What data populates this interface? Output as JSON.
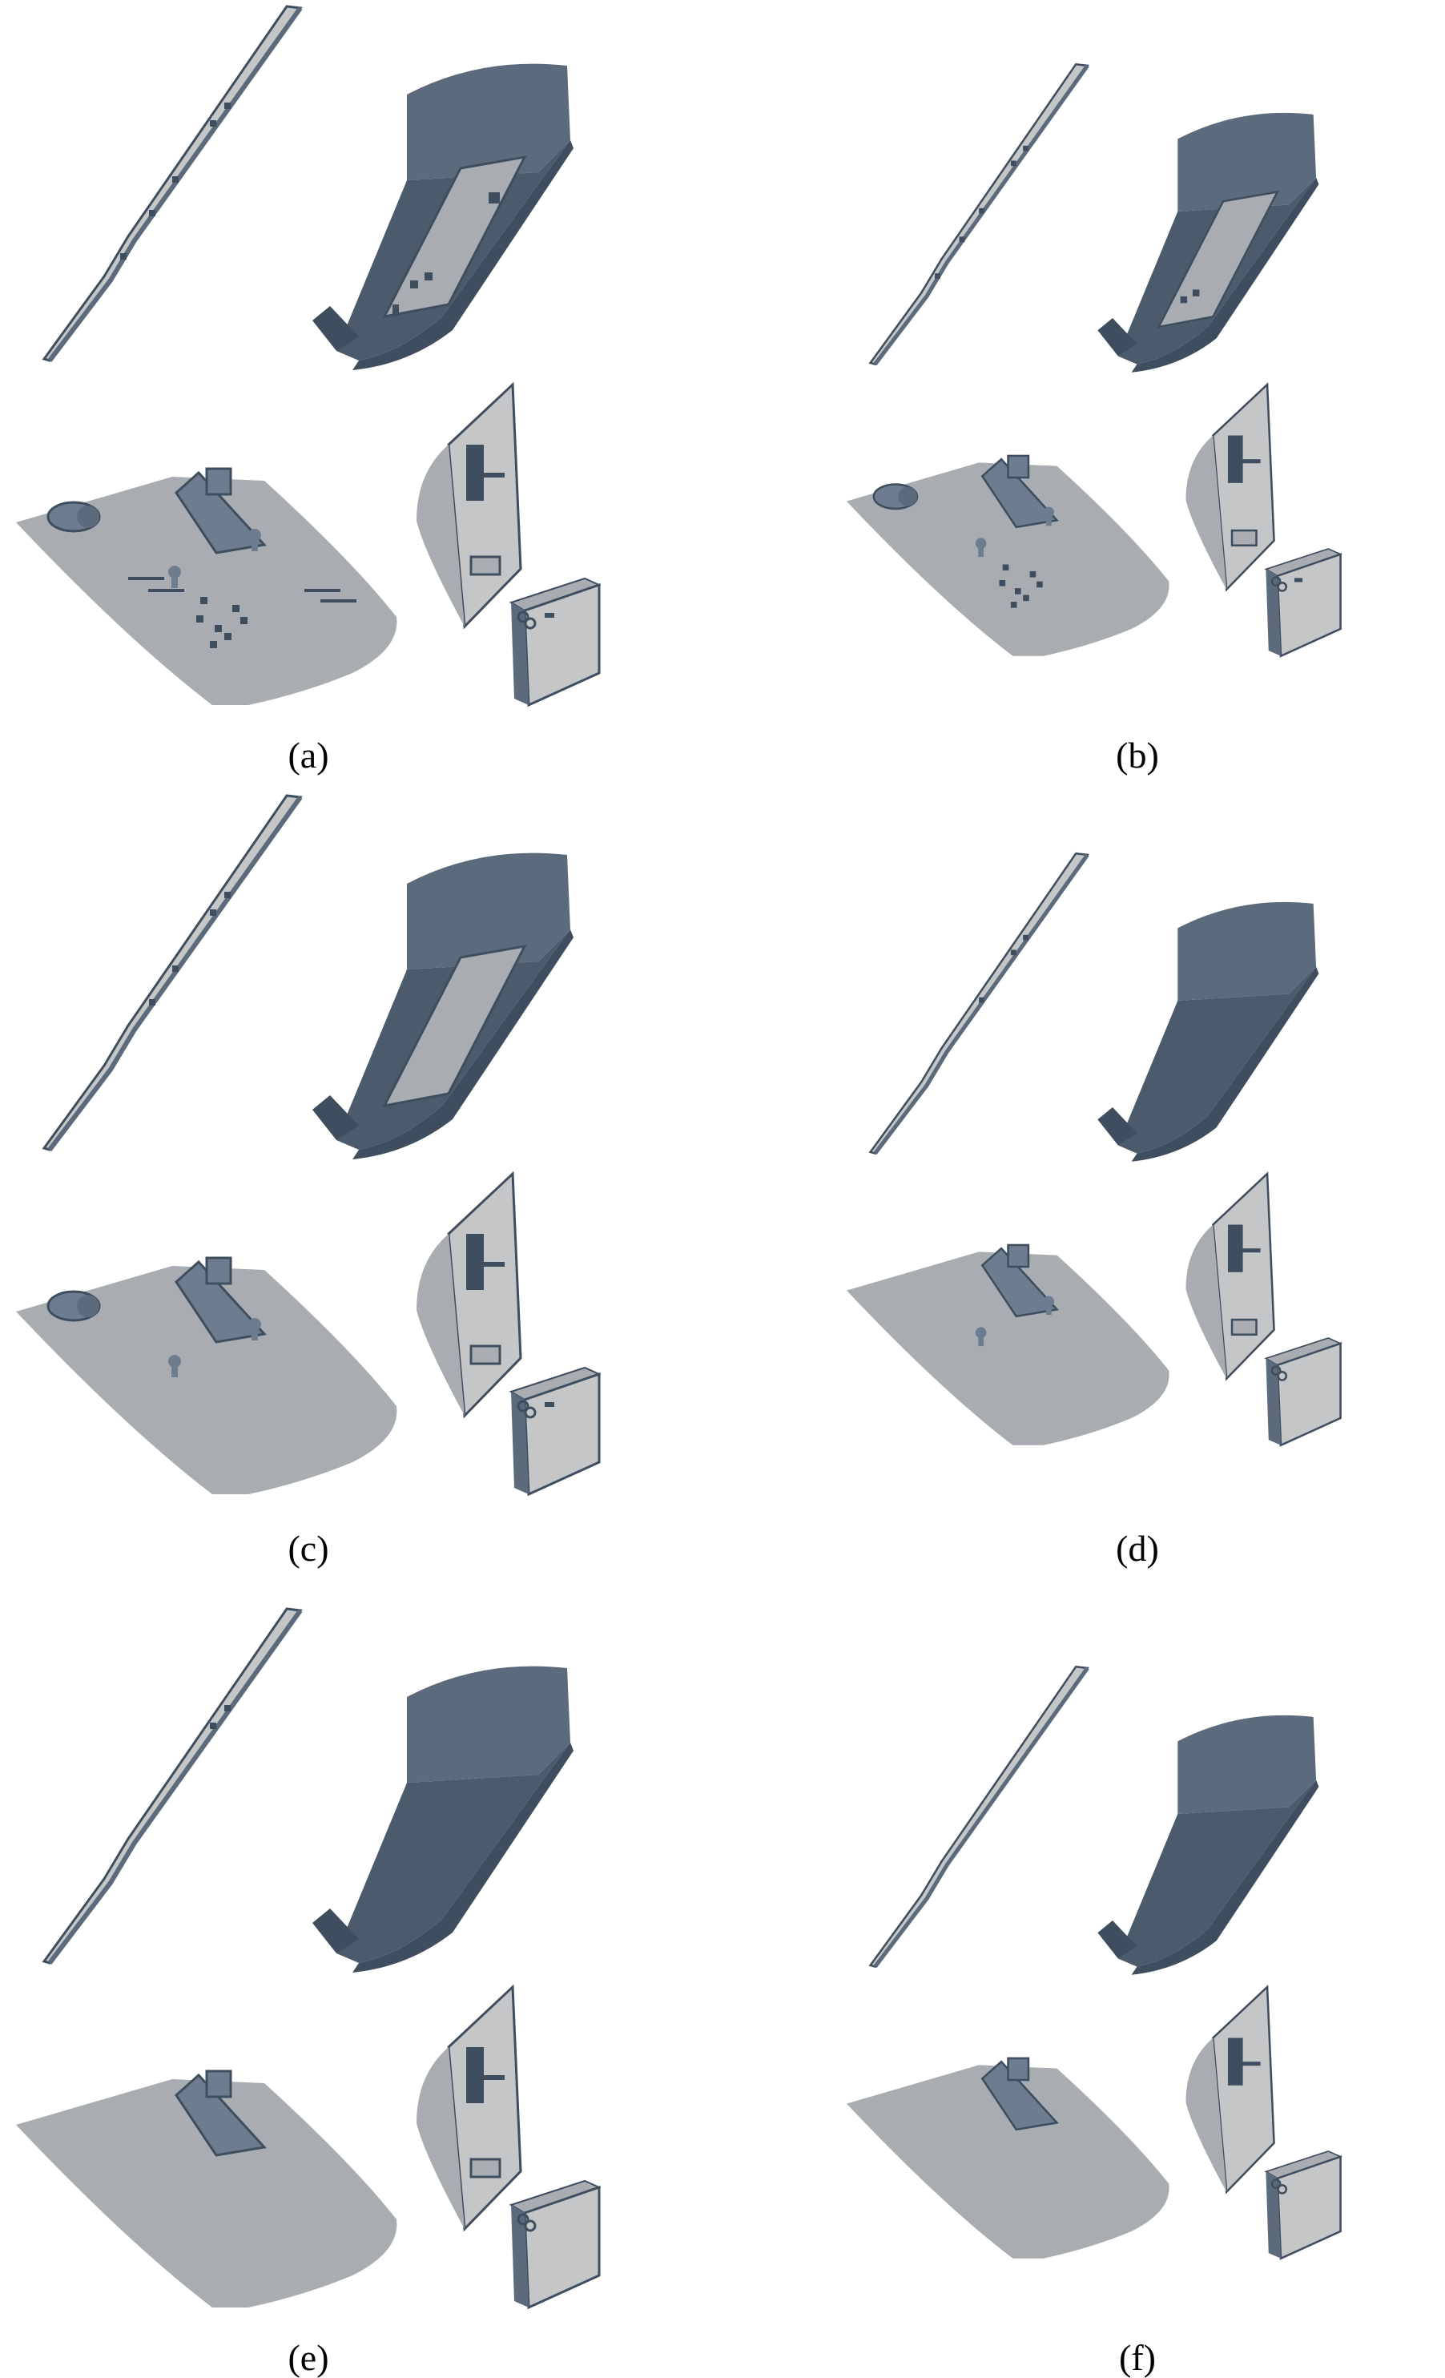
{
  "figure": {
    "panels": [
      {
        "id": "a",
        "caption": "(a)",
        "detail": "full"
      },
      {
        "id": "b",
        "caption": "(b)",
        "detail": "high"
      },
      {
        "id": "c",
        "caption": "(c)",
        "detail": "medium"
      },
      {
        "id": "d",
        "caption": "(d)",
        "detail": "low"
      },
      {
        "id": "e",
        "caption": "(e)",
        "detail": "lower"
      },
      {
        "id": "f",
        "caption": "(f)",
        "detail": "lowest"
      }
    ],
    "colors": {
      "light_surface": "#c4c6c8",
      "mid_surface": "#a9adb1",
      "dark_blue": "#5b6b7b",
      "darker_blue": "#4c5b6b",
      "edge": "#3f4e5e",
      "feature": "#6d7d8f"
    }
  }
}
